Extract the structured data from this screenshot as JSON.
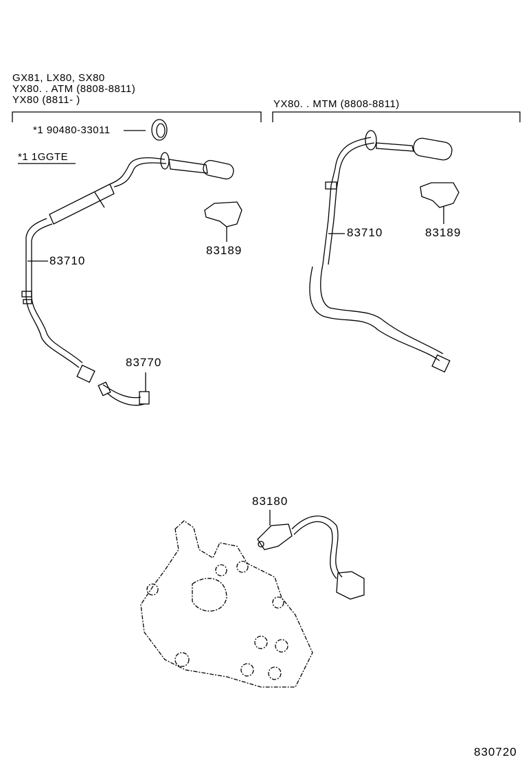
{
  "left_group": {
    "models": [
      "GX81, LX80, SX80",
      "YX80. . ATM (8808-8811)",
      "YX80 (8811-        )"
    ],
    "grommet_label": "*1 90480-33011",
    "note": "*1  1GGTE",
    "labels": {
      "cable": "83710",
      "sensor_plug": "83189",
      "joint": "83770"
    }
  },
  "right_group": {
    "models": [
      "YX80. . MTM (8808-8811)"
    ],
    "labels": {
      "cable": "83710",
      "sensor_plug": "83189"
    }
  },
  "bottom_group": {
    "labels": {
      "sensor": "83180"
    }
  },
  "figure_id": "830720"
}
